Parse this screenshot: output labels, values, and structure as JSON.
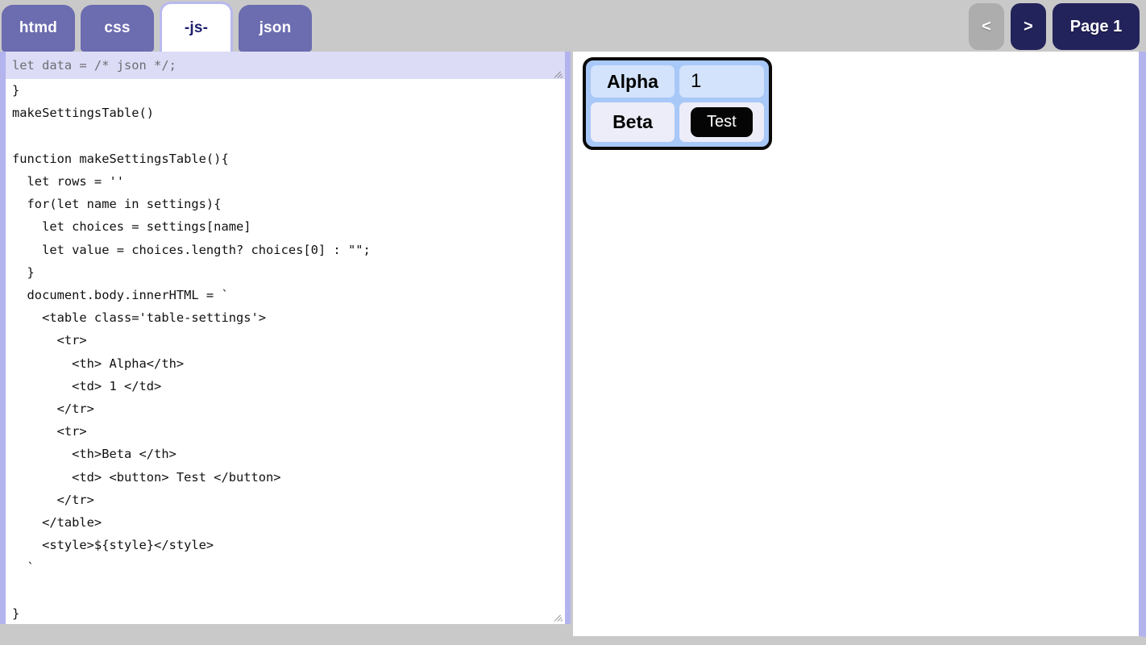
{
  "tabs": [
    {
      "label": "htmd",
      "active": false
    },
    {
      "label": "css",
      "active": false
    },
    {
      "label": "-js-",
      "active": true
    },
    {
      "label": "json",
      "active": false
    }
  ],
  "nav": {
    "prev_label": "<",
    "prev_disabled": true,
    "next_label": ">",
    "next_disabled": false,
    "page_label": "Page 1"
  },
  "editor": {
    "header_line": "let data = /* json */;",
    "code": "    'beta' : words('a b c d e')\n}\nmakeSettingsTable()\n\nfunction makeSettingsTable(){\n  let rows = ''\n  for(let name in settings){\n    let choices = settings[name]\n    let value = choices.length? choices[0] : \"\";\n  }\n  document.body.innerHTML = `\n    <table class='table-settings'>\n      <tr>\n        <th> Alpha</th>\n        <td> 1 </td>\n      </tr>\n      <tr>\n        <th>Beta </th>\n        <td> <button> Test </button>\n      </tr>\n    </table>\n    <style>${style}</style>\n  `\n\n}"
  },
  "preview": {
    "table": {
      "rows": [
        {
          "header": "Alpha",
          "value": "1",
          "kind": "text"
        },
        {
          "header": "Beta",
          "value": "Test",
          "kind": "button"
        }
      ]
    }
  },
  "colors": {
    "tab_inactive": "#6c6cb0",
    "tab_active_bg": "#ffffff",
    "tab_active_text": "#1f1f6e",
    "nav_button": "#23235c",
    "nav_button_disabled": "#adadad",
    "page_background": "#c9c9c9",
    "pane_border": "#b3b3ee",
    "header_overlay_bg": "#dddcf6",
    "table_container_bg": "#a8c8f8",
    "table_row1_cell": "#d3e3fc",
    "table_row2_cell": "#ecedf8",
    "preview_button_bg": "#050505"
  }
}
